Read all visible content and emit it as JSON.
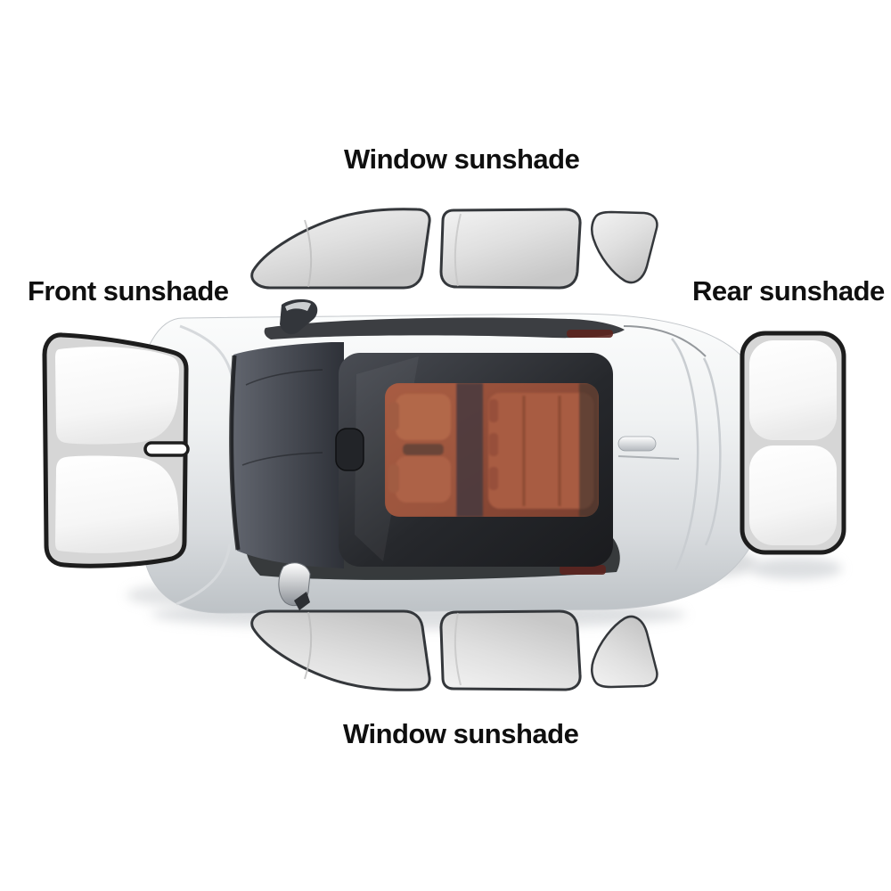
{
  "labels": {
    "window_top": "Window sunshade",
    "front": "Front sunshade",
    "rear": "Rear sunshade",
    "window_bottom": "Window sunshade"
  },
  "parts": [
    {
      "name": "side-window-sunshades-top",
      "pieces": [
        "front-door-window-sunshade",
        "rear-door-window-sunshade",
        "quarter-window-sunshade"
      ]
    },
    {
      "name": "side-window-sunshades-bottom",
      "pieces": [
        "front-door-window-sunshade",
        "rear-door-window-sunshade",
        "quarter-window-sunshade"
      ]
    },
    {
      "name": "front-windshield-sunshade",
      "features": [
        "two-folding-lobes",
        "handle-slot"
      ]
    },
    {
      "name": "rear-window-sunshade",
      "features": [
        "two-folding-lobes"
      ]
    },
    {
      "name": "car-top-view",
      "features": [
        "white-suv-body",
        "dark-panoramic-roof",
        "orange-leather-interior",
        "side-mirrors",
        "chrome-door-handle"
      ]
    }
  ],
  "colors": {
    "background": "#ffffff",
    "label_text": "#0f0f0f",
    "sunshade_outline": "#1d1d1d",
    "sunshade_fill": "#dcdcdc",
    "sunshade_lobe": "#fafafa",
    "car_body": "#eceef0",
    "roof_glass": "#202226",
    "interior_leather": "#9c5440",
    "taillight": "#5c241e"
  }
}
